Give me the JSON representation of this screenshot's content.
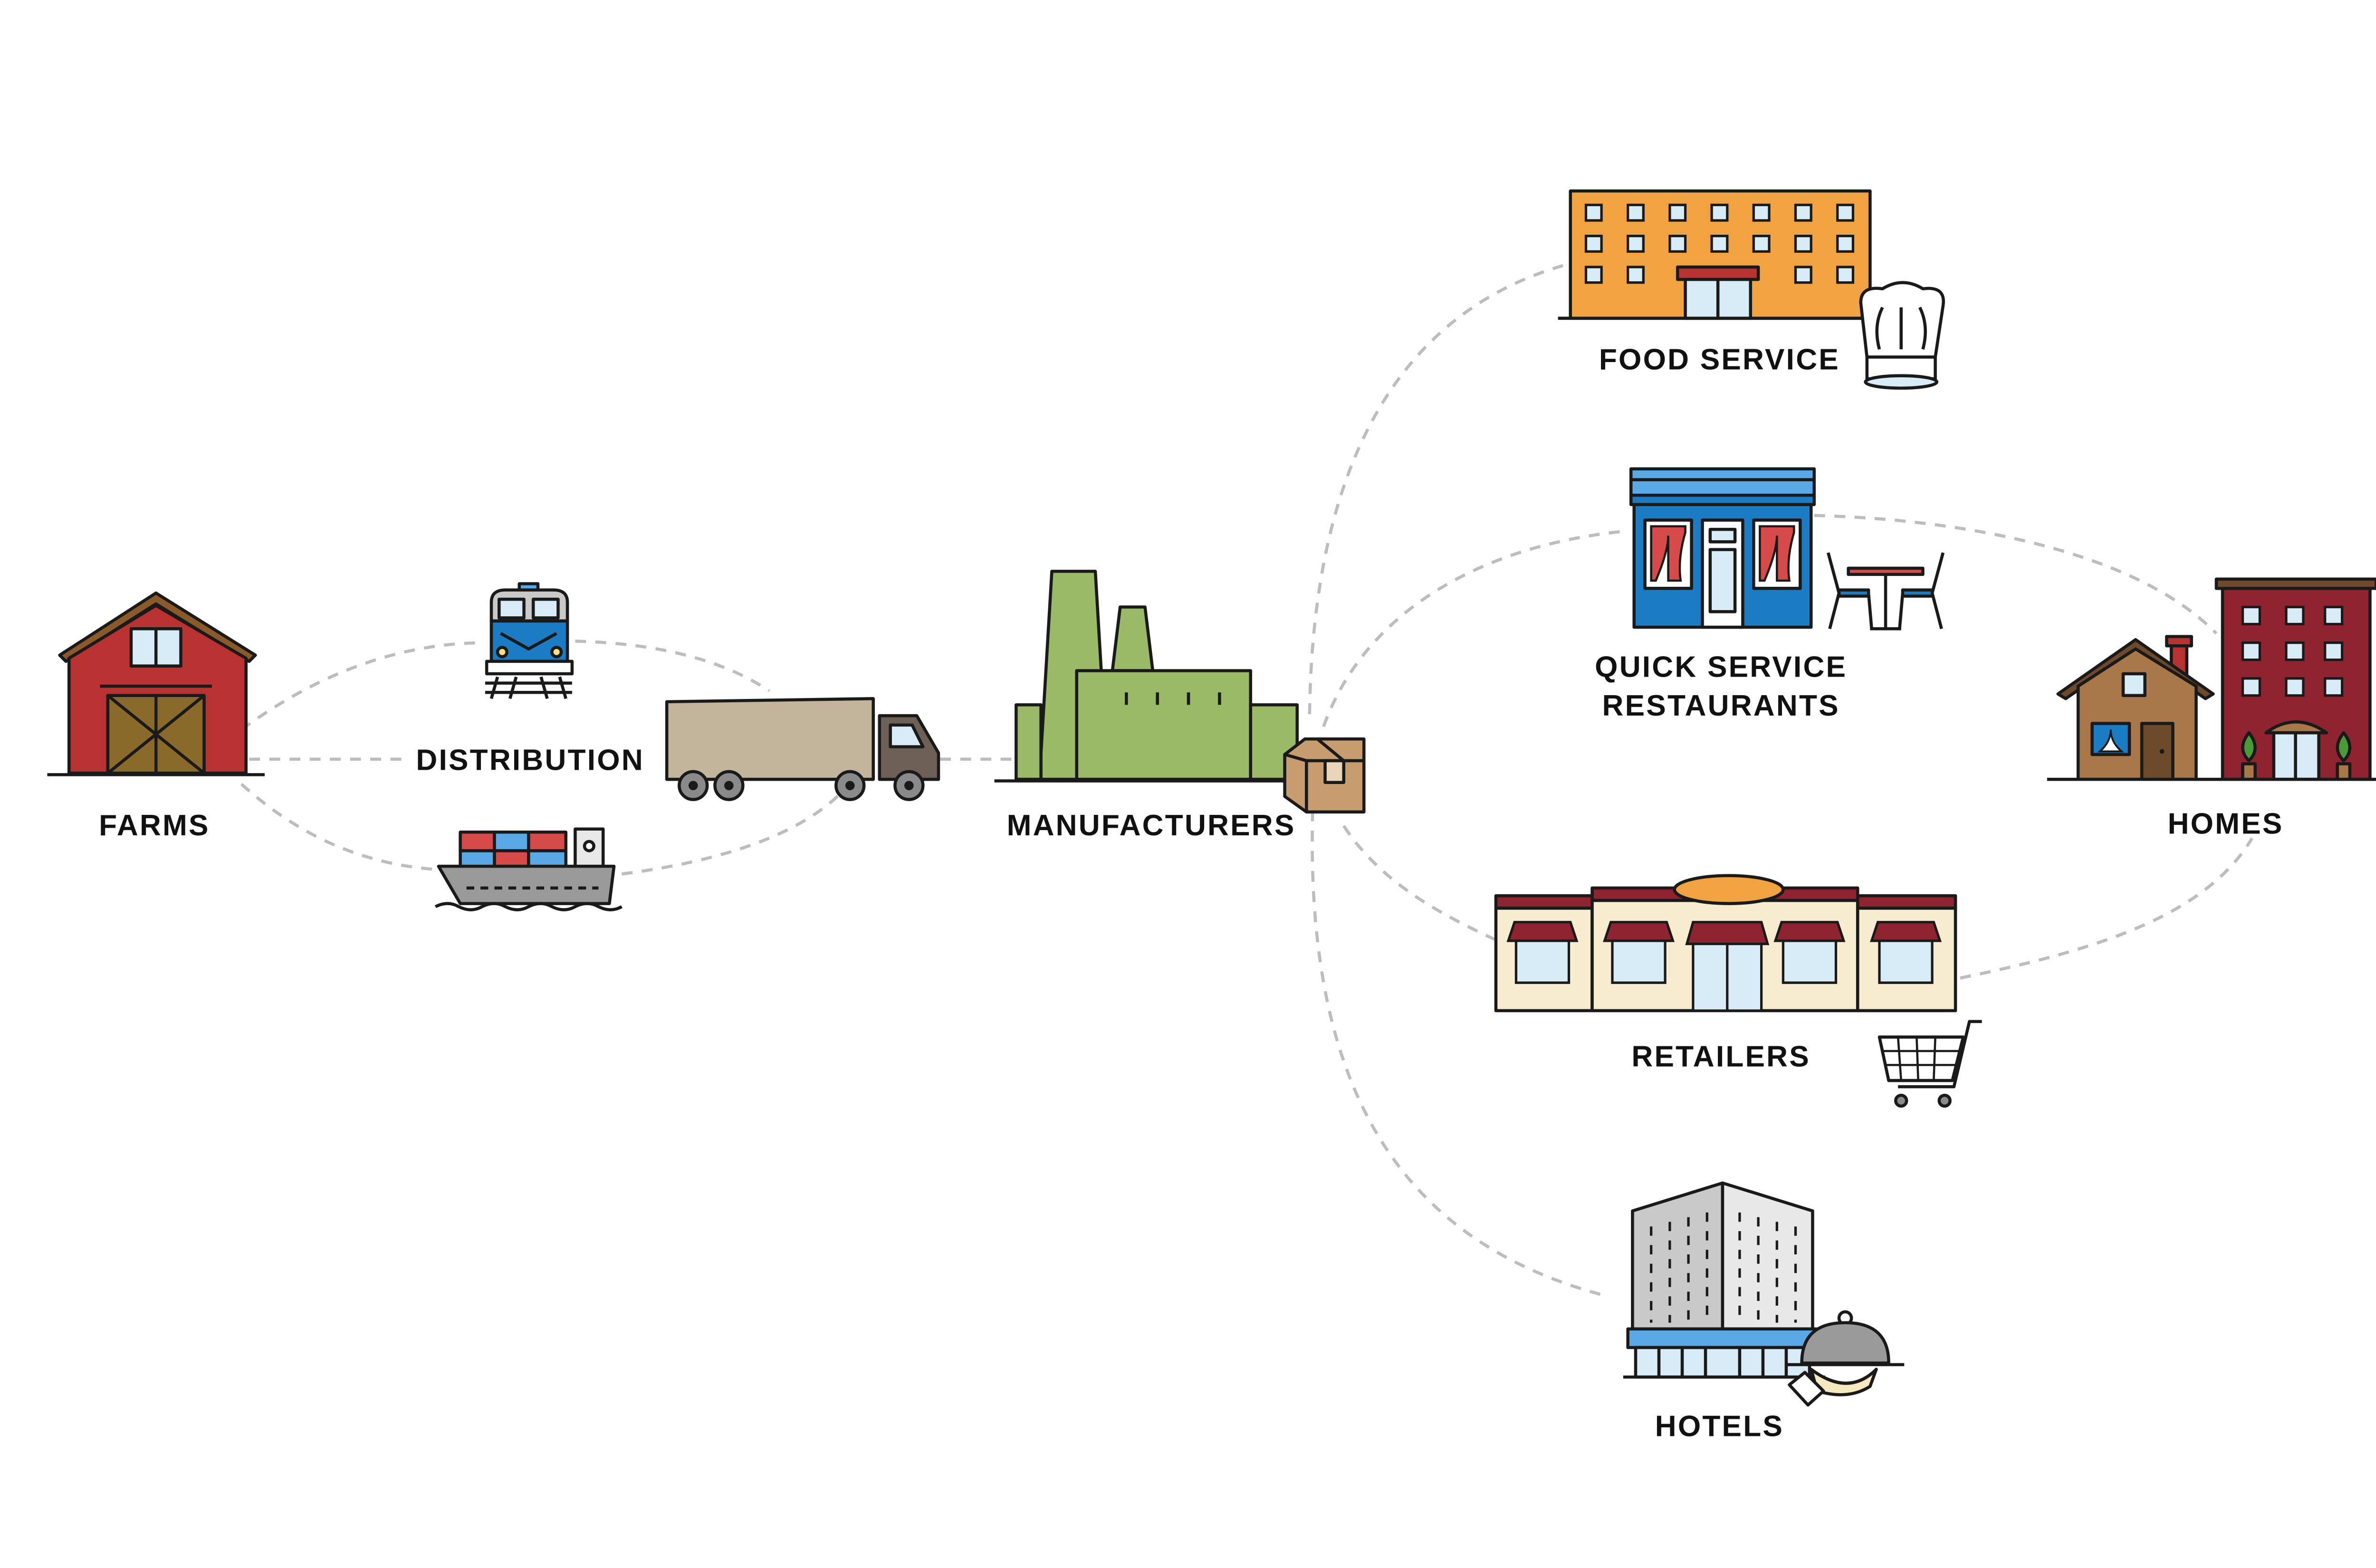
{
  "diagram": {
    "nodes": {
      "farms": "FARMS",
      "distribution": "DISTRIBUTION",
      "manufacturers": "MANUFACTURERS",
      "food_service": "FOOD SERVICE",
      "quick_service_line1": "QUICK SERVICE",
      "quick_service_line2": "RESTAURANTS",
      "homes": "HOMES",
      "retailers": "RETAILERS",
      "hotels": "HOTELS"
    },
    "colors": {
      "barn": "#b83232",
      "factory": "#9aba68",
      "food_service": "#f0a340",
      "qsr": "#1b7cc4",
      "apartment": "#8f2430",
      "house": "#a9784a",
      "retail": "#f7ecd0",
      "connector": "#bdbdbd"
    }
  }
}
